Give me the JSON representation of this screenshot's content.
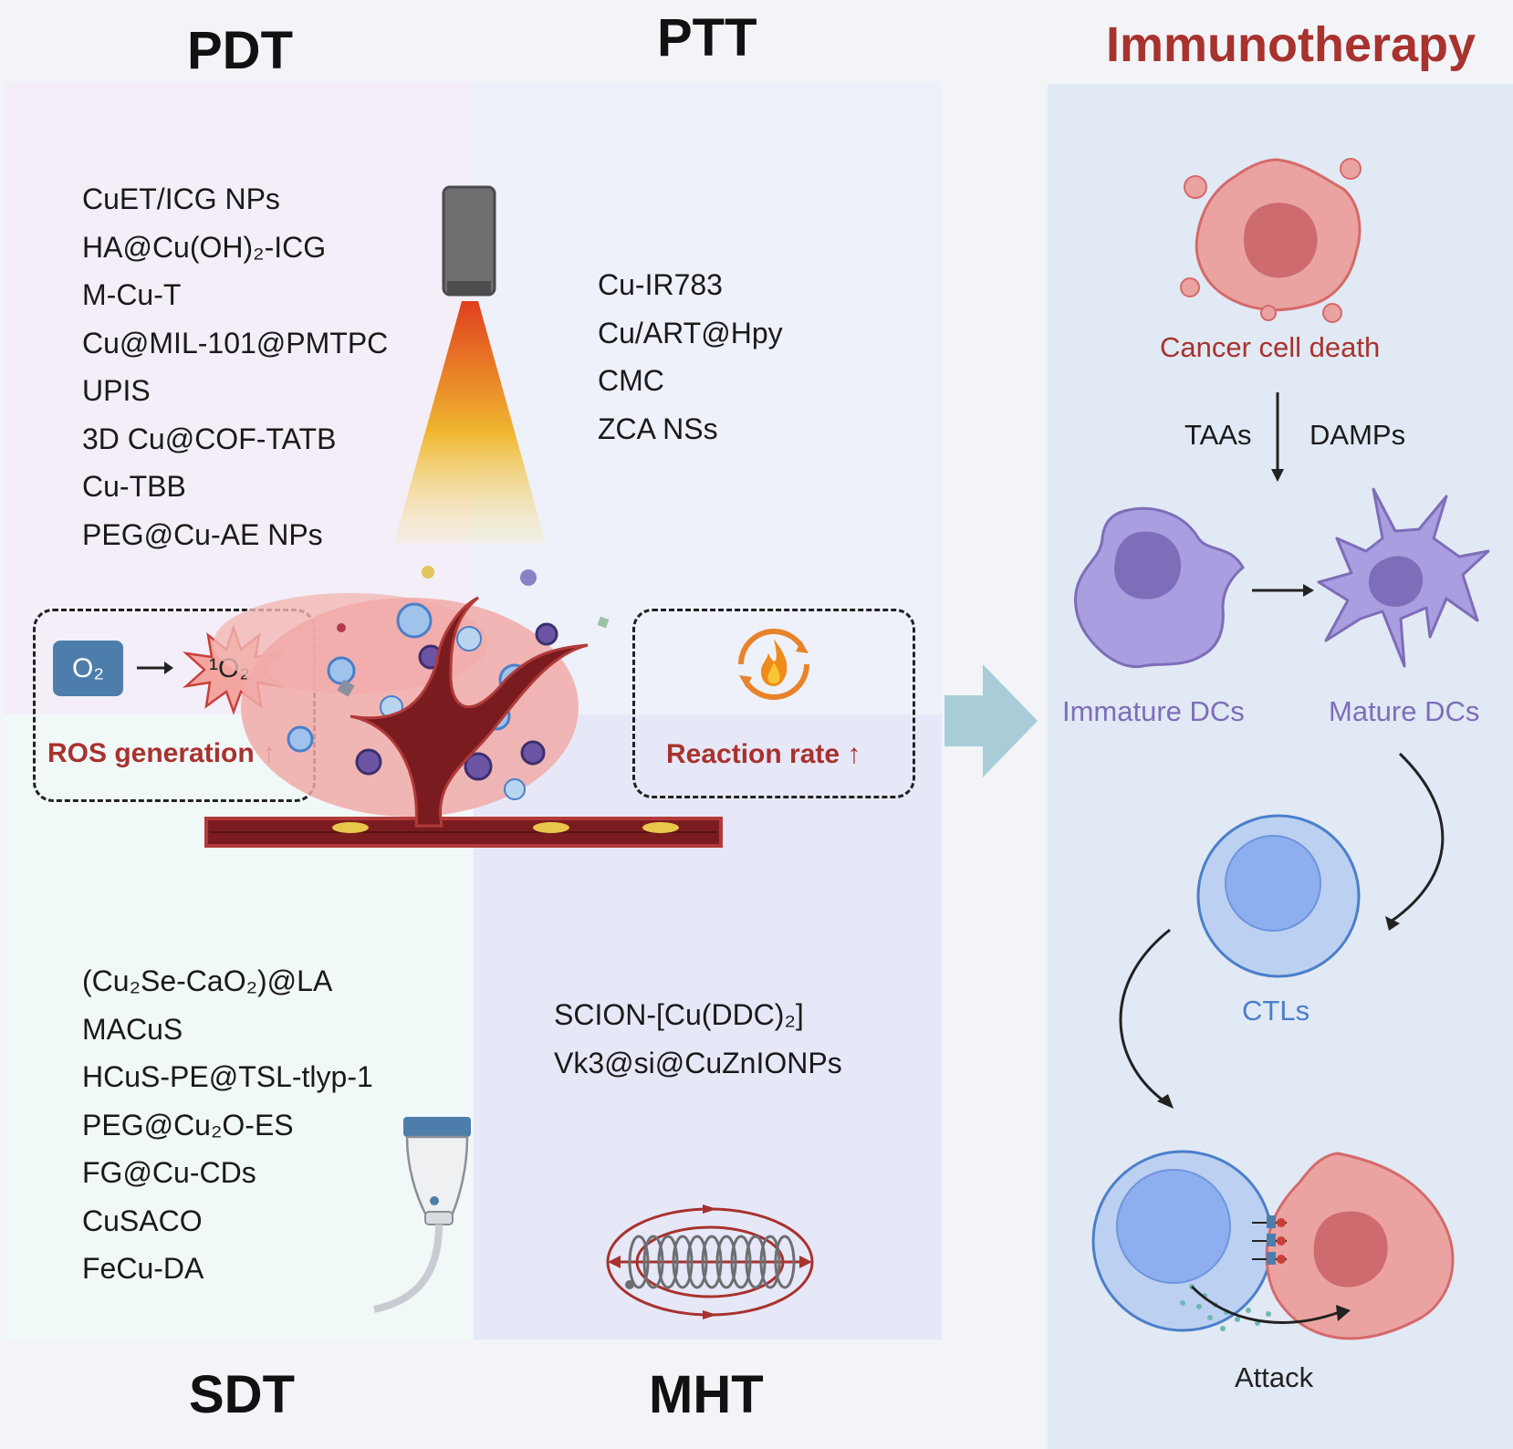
{
  "titles": {
    "pdt": "PDT",
    "ptt": "PTT",
    "sdt": "SDT",
    "mht": "MHT",
    "immunotherapy": "Immunotherapy"
  },
  "pdt_agents": [
    "CuET/ICG NPs",
    "HA@Cu(OH)₂-ICG",
    "M-Cu-T",
    "Cu@MIL-101@PMTPC",
    "UPIS",
    "3D Cu@COF-TATB",
    "Cu-TBB",
    "PEG@Cu-AE NPs"
  ],
  "ptt_agents": [
    "Cu-IR783",
    "Cu/ART@Hpy",
    "CMC",
    "ZCA NSs"
  ],
  "sdt_agents": [
    "(Cu₂Se-CaO₂)@LA",
    "MACuS",
    "HCuS-PE@TSL-tlyp-1",
    "PEG@Cu₂O-ES",
    "FG@Cu-CDs",
    "CuSACO",
    "FeCu-DA"
  ],
  "mht_agents": [
    "SCION-[Cu(DDC)₂]",
    "Vk3@si@CuZnIONPs"
  ],
  "ros_box": {
    "o2": "O₂",
    "singlet": "¹O₂",
    "label": "ROS generation ↑"
  },
  "reaction_box": {
    "label": "Reaction rate ↑"
  },
  "immuno": {
    "cancer_cell_death": "Cancer cell death",
    "taas": "TAAs",
    "damps": "DAMPs",
    "immature_dcs": "Immature DCs",
    "mature_dcs": "Mature DCs",
    "ctls": "CTLs",
    "attack": "Attack"
  },
  "colors": {
    "title_red": "#a8322e",
    "dc_purple": "#7e6db8",
    "ctl_blue": "#4a7fc9",
    "cancer_red": "#a8322e"
  },
  "icons": [
    "laser-icon",
    "fire-icon",
    "ultrasound-probe-icon",
    "magnetic-coil-icon",
    "tumor-vessel-icon"
  ]
}
